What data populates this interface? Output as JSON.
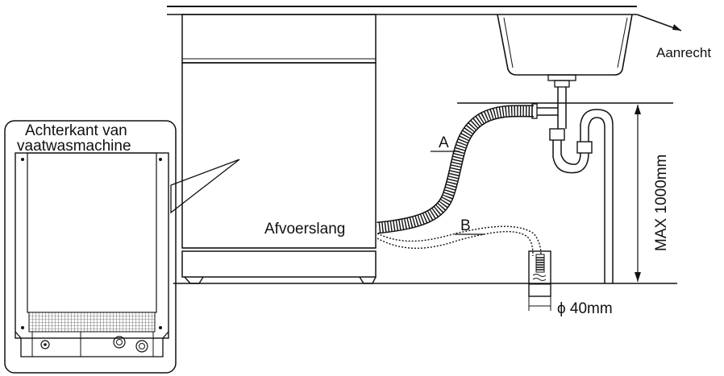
{
  "labels": {
    "countertop": "Aanrecht",
    "back_title_line1": "Achterkant van",
    "back_title_line2": "vaatwasmachine",
    "drain_hose": "Afvoerslang",
    "option_a": "A",
    "option_b": "B",
    "max_height": "MAX 1000mm",
    "pipe_diameter": "ϕ 40mm"
  },
  "colors": {
    "line": "#111111",
    "background": "#ffffff"
  }
}
